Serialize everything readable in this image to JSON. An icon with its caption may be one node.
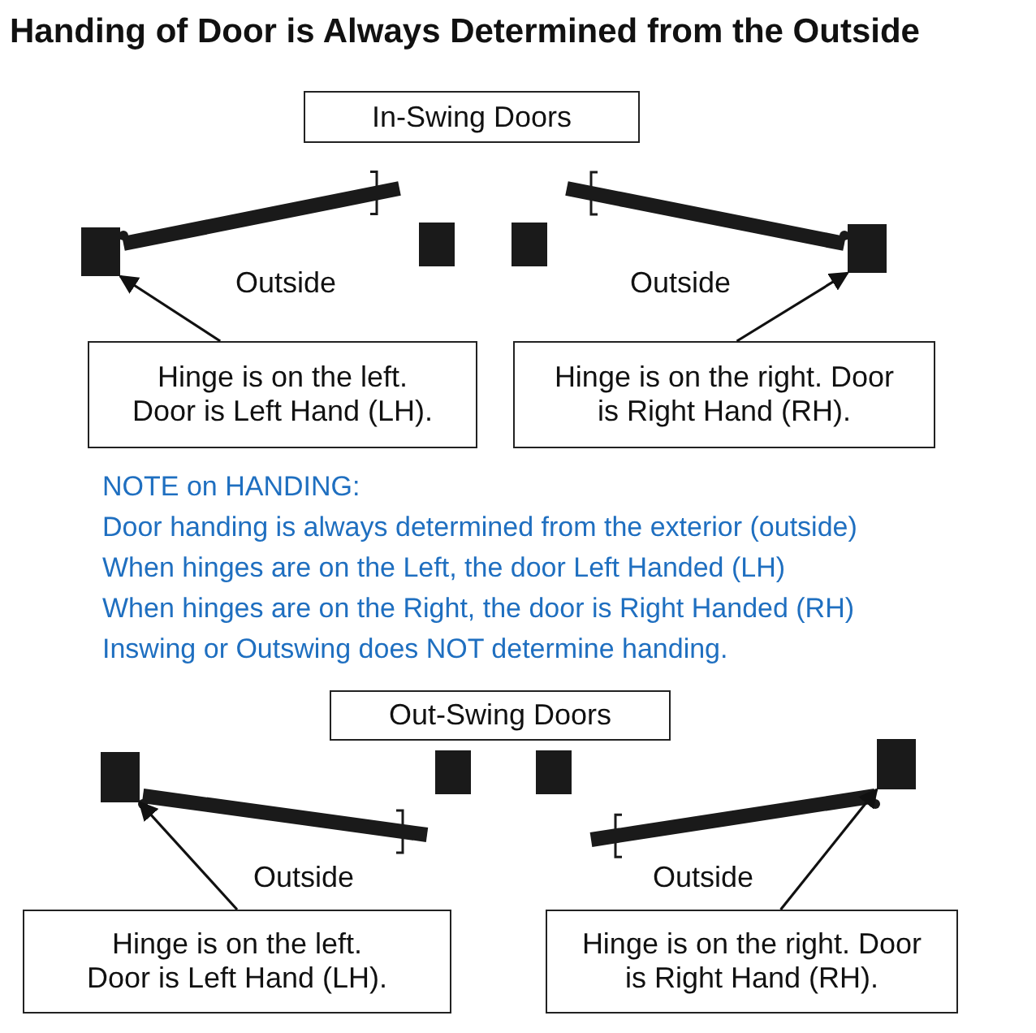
{
  "diagram": {
    "title": "Handing of Door is Always Determined from the Outside",
    "nodes": [
      {
        "text": [
          "In-Swing Doors"
        ]
      },
      {
        "text": [],
        "shape": "box"
      },
      {
        "text": [],
        "shape": "box"
      },
      {
        "text": [
          "Hinge is on the left. Door is Left Hand (LH)."
        ]
      },
      {
        "text": [
          "Hinge is on the right. Door is Right Hand (RH)."
        ]
      },
      {
        "text": [
          "Out-Swing Doors"
        ]
      },
      {
        "text": [],
        "shape": "box"
      },
      {
        "text": [],
        "shape": "box"
      },
      {
        "text": [
          "Hinge is on the left. Door is Left Hand (LH)."
        ]
      },
      {
        "text": [
          "Hinge is on the right. Door is Right Hand (RH)."
        ]
      }
    ],
    "edges": [
      {
        "from": 3,
        "to": 1,
        "arrow": "to"
      },
      {
        "from": 4,
        "to": 2,
        "arrow": "to"
      },
      {
        "from": 8,
        "to": 6,
        "arrow": "to"
      },
      {
        "from": 9,
        "to": 7,
        "arrow": "to"
      }
    ],
    "labels": [
      "Outside",
      "Outside",
      "NOTE on HANDING:",
      "Door handing is always determined from the exterior (outside)",
      "When hinges are on the Left, the door Left Handed (LH)",
      "When hinges are on the Right, the door is Right Handed (RH)",
      "Inswing or Outswing does NOT determine handing.",
      "Outside",
      "Outside"
    ]
  }
}
